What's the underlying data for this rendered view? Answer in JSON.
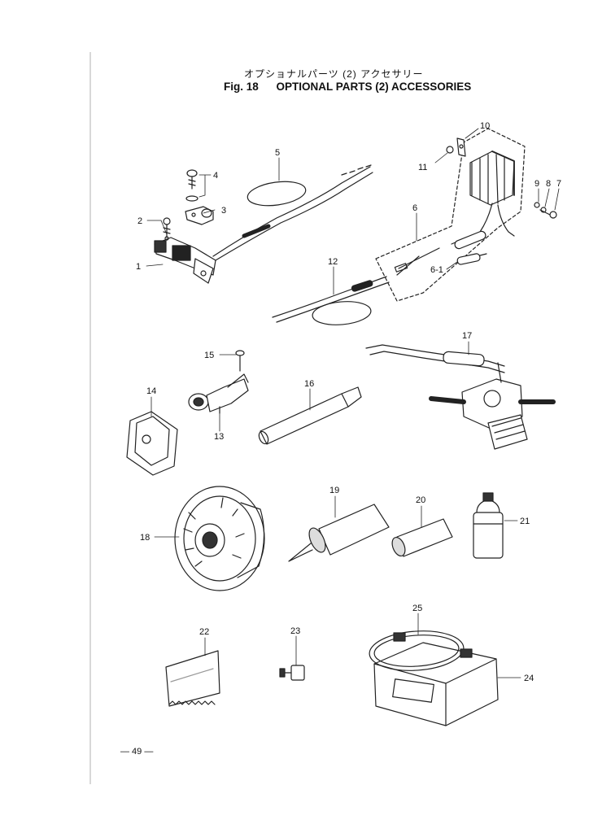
{
  "title": {
    "japanese": "オプショナルパーツ (2) アクセサリー",
    "figure": "Fig. 18",
    "english": "OPTIONAL PARTS (2) ACCESSORIES"
  },
  "callouts": {
    "p1": "1",
    "p2": "2",
    "p3": "3",
    "p4": "4",
    "p5": "5",
    "p6": "6",
    "p6_1": "6-1",
    "p7": "7",
    "p8": "8",
    "p9": "9",
    "p10": "10",
    "p11": "11",
    "p12": "12",
    "p13": "13",
    "p14": "14",
    "p15": "15",
    "p16": "16",
    "p17": "17",
    "p18": "18",
    "p19": "19",
    "p20": "20",
    "p21": "21",
    "p22": "22",
    "p23": "23",
    "p24": "24",
    "p25": "25"
  },
  "page_number": "— 49 —"
}
